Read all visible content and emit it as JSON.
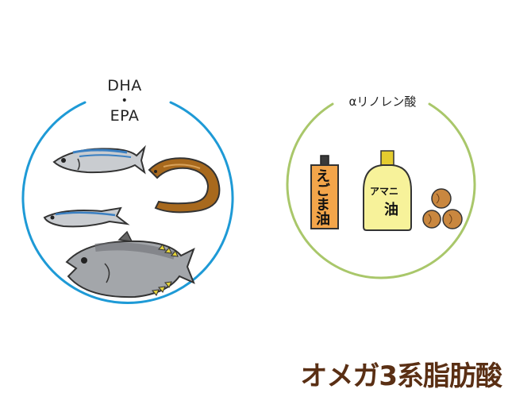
{
  "groups": {
    "marine": {
      "label_line1": "DHA",
      "label_dot": "•",
      "label_line2": "EPA",
      "ring_color": "#1e9ad6"
    },
    "plant": {
      "label": "αリノレン酸",
      "ring_color": "#a9c76a"
    }
  },
  "products": {
    "egoma_oil": "えごま油",
    "amani_oil_top": "アマニ",
    "amani_oil_bottom": "油"
  },
  "title": {
    "text": "オメガ3系脂肪酸",
    "color": "#5a2f14"
  }
}
